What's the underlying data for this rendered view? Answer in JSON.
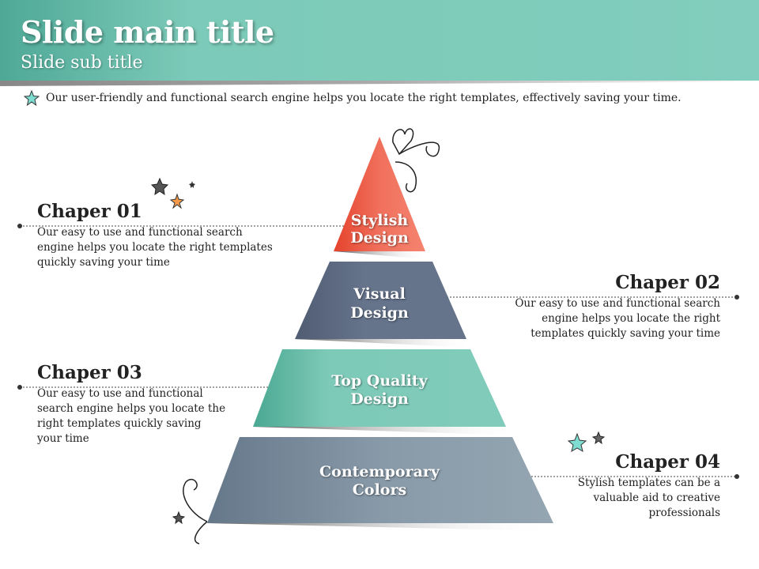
{
  "header": {
    "title": "Slide main title",
    "subtitle": "Slide sub title"
  },
  "intro": {
    "icon": "star-icon",
    "text": "Our user-friendly and functional search engine helps you locate the right templates, effectively saving your time."
  },
  "tiers": [
    {
      "line1": "Stylish",
      "line2": "Design",
      "color": "#ef6a55"
    },
    {
      "line1": "Visual",
      "line2": "Design",
      "color": "#5f6d85"
    },
    {
      "line1": "Top Quality",
      "line2": "Design",
      "color": "#7ecab8"
    },
    {
      "line1": "Contemporary",
      "line2": "Colors",
      "color": "#8a9dab"
    }
  ],
  "chapters": [
    {
      "title": "Chaper 01",
      "text": "Our easy to use and functional search engine helps you locate the right templates quickly saving your time"
    },
    {
      "title": "Chaper 02",
      "text": "Our easy to use and functional search engine helps you locate the right templates quickly saving your time"
    },
    {
      "title": "Chaper 03",
      "text": "Our easy to use and functional search engine helps you locate the right templates quickly saving your time"
    },
    {
      "title": "Chaper 04",
      "text": "Stylish templates can be a valuable aid to creative professionals"
    }
  ]
}
